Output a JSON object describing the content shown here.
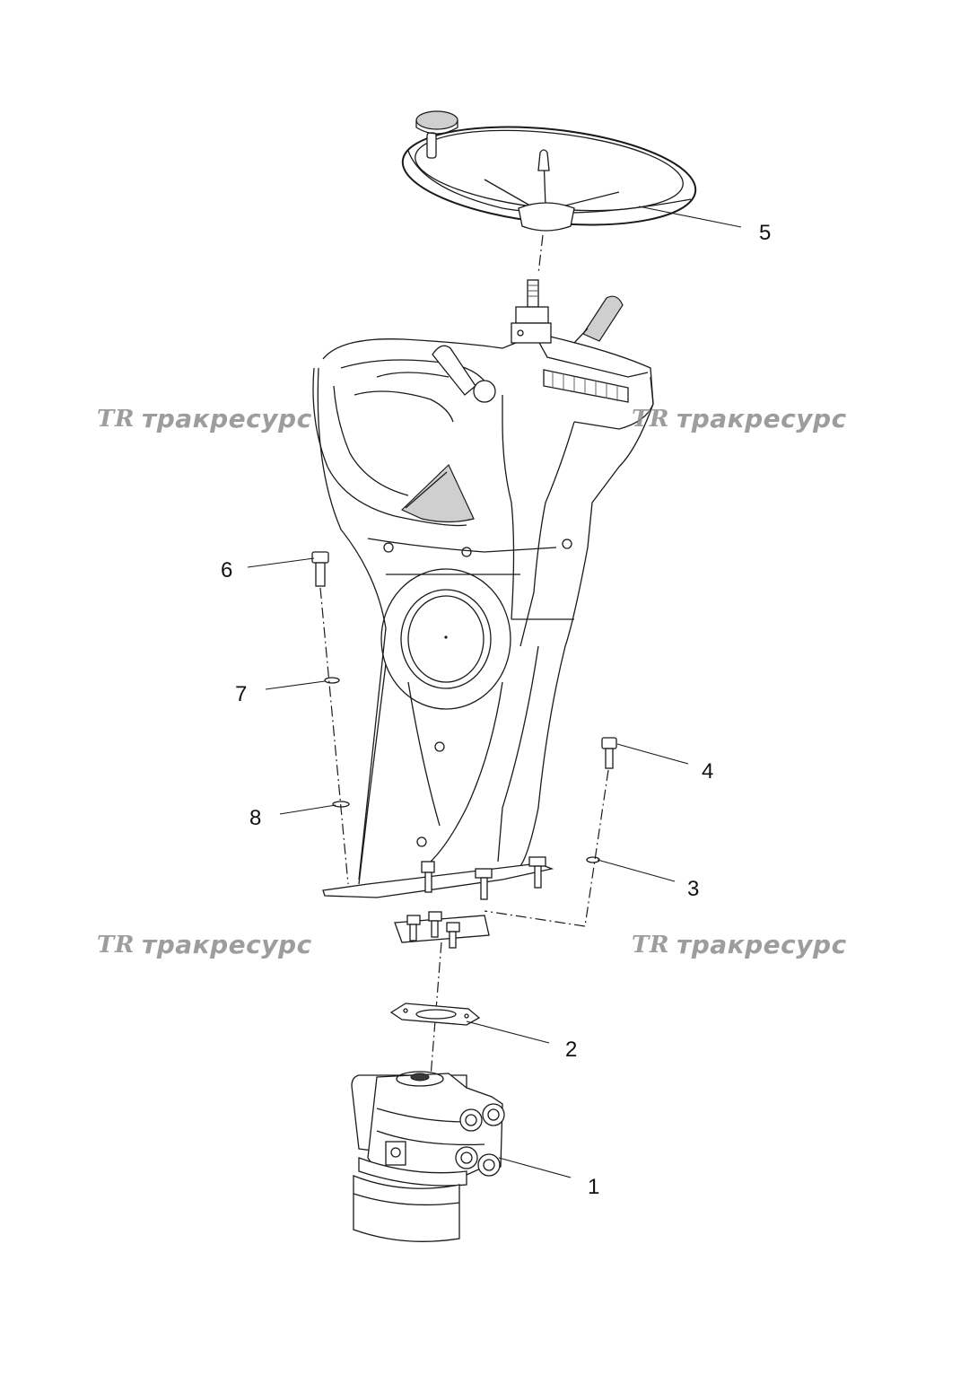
{
  "watermark": {
    "logo_text": "TR",
    "brand_text": "тракресурс"
  },
  "callouts": {
    "c1": "1",
    "c2": "2",
    "c3": "3",
    "c4": "4",
    "c5": "5",
    "c6": "6",
    "c7": "7",
    "c8": "8"
  },
  "colors": {
    "line": "#1a1a1a",
    "watermark": "#8c8c8c",
    "background": "#ffffff"
  }
}
